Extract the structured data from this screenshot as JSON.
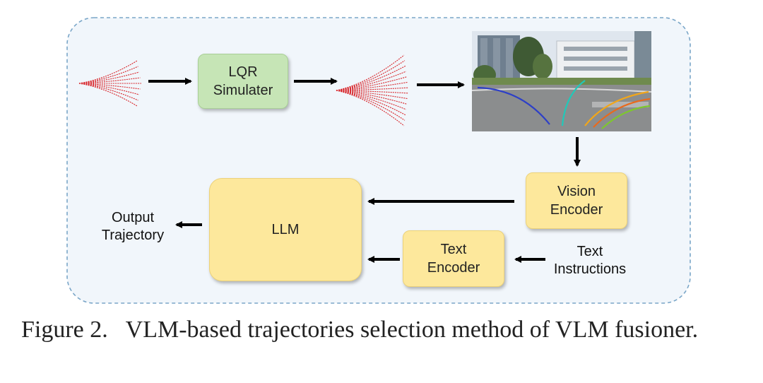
{
  "diagram": {
    "lqr_simulator": "LQR\nSimulater",
    "vision_encoder": "Vision\nEncoder",
    "text_encoder": "Text\nEncoder",
    "llm": "LLM",
    "output_label": "Output\nTrajectory",
    "input_label": "Text\nInstructions"
  },
  "caption": {
    "figure_number": "Figure 2.",
    "text": "VLM-based trajectories selection method of VLM fusioner."
  },
  "colors": {
    "green_box": "#c6e5b6",
    "yellow_box": "#fde89c",
    "trajectory_red": "#d8262b",
    "panel_border": "#7aa6c8",
    "panel_fill": "#f1f6fb"
  }
}
